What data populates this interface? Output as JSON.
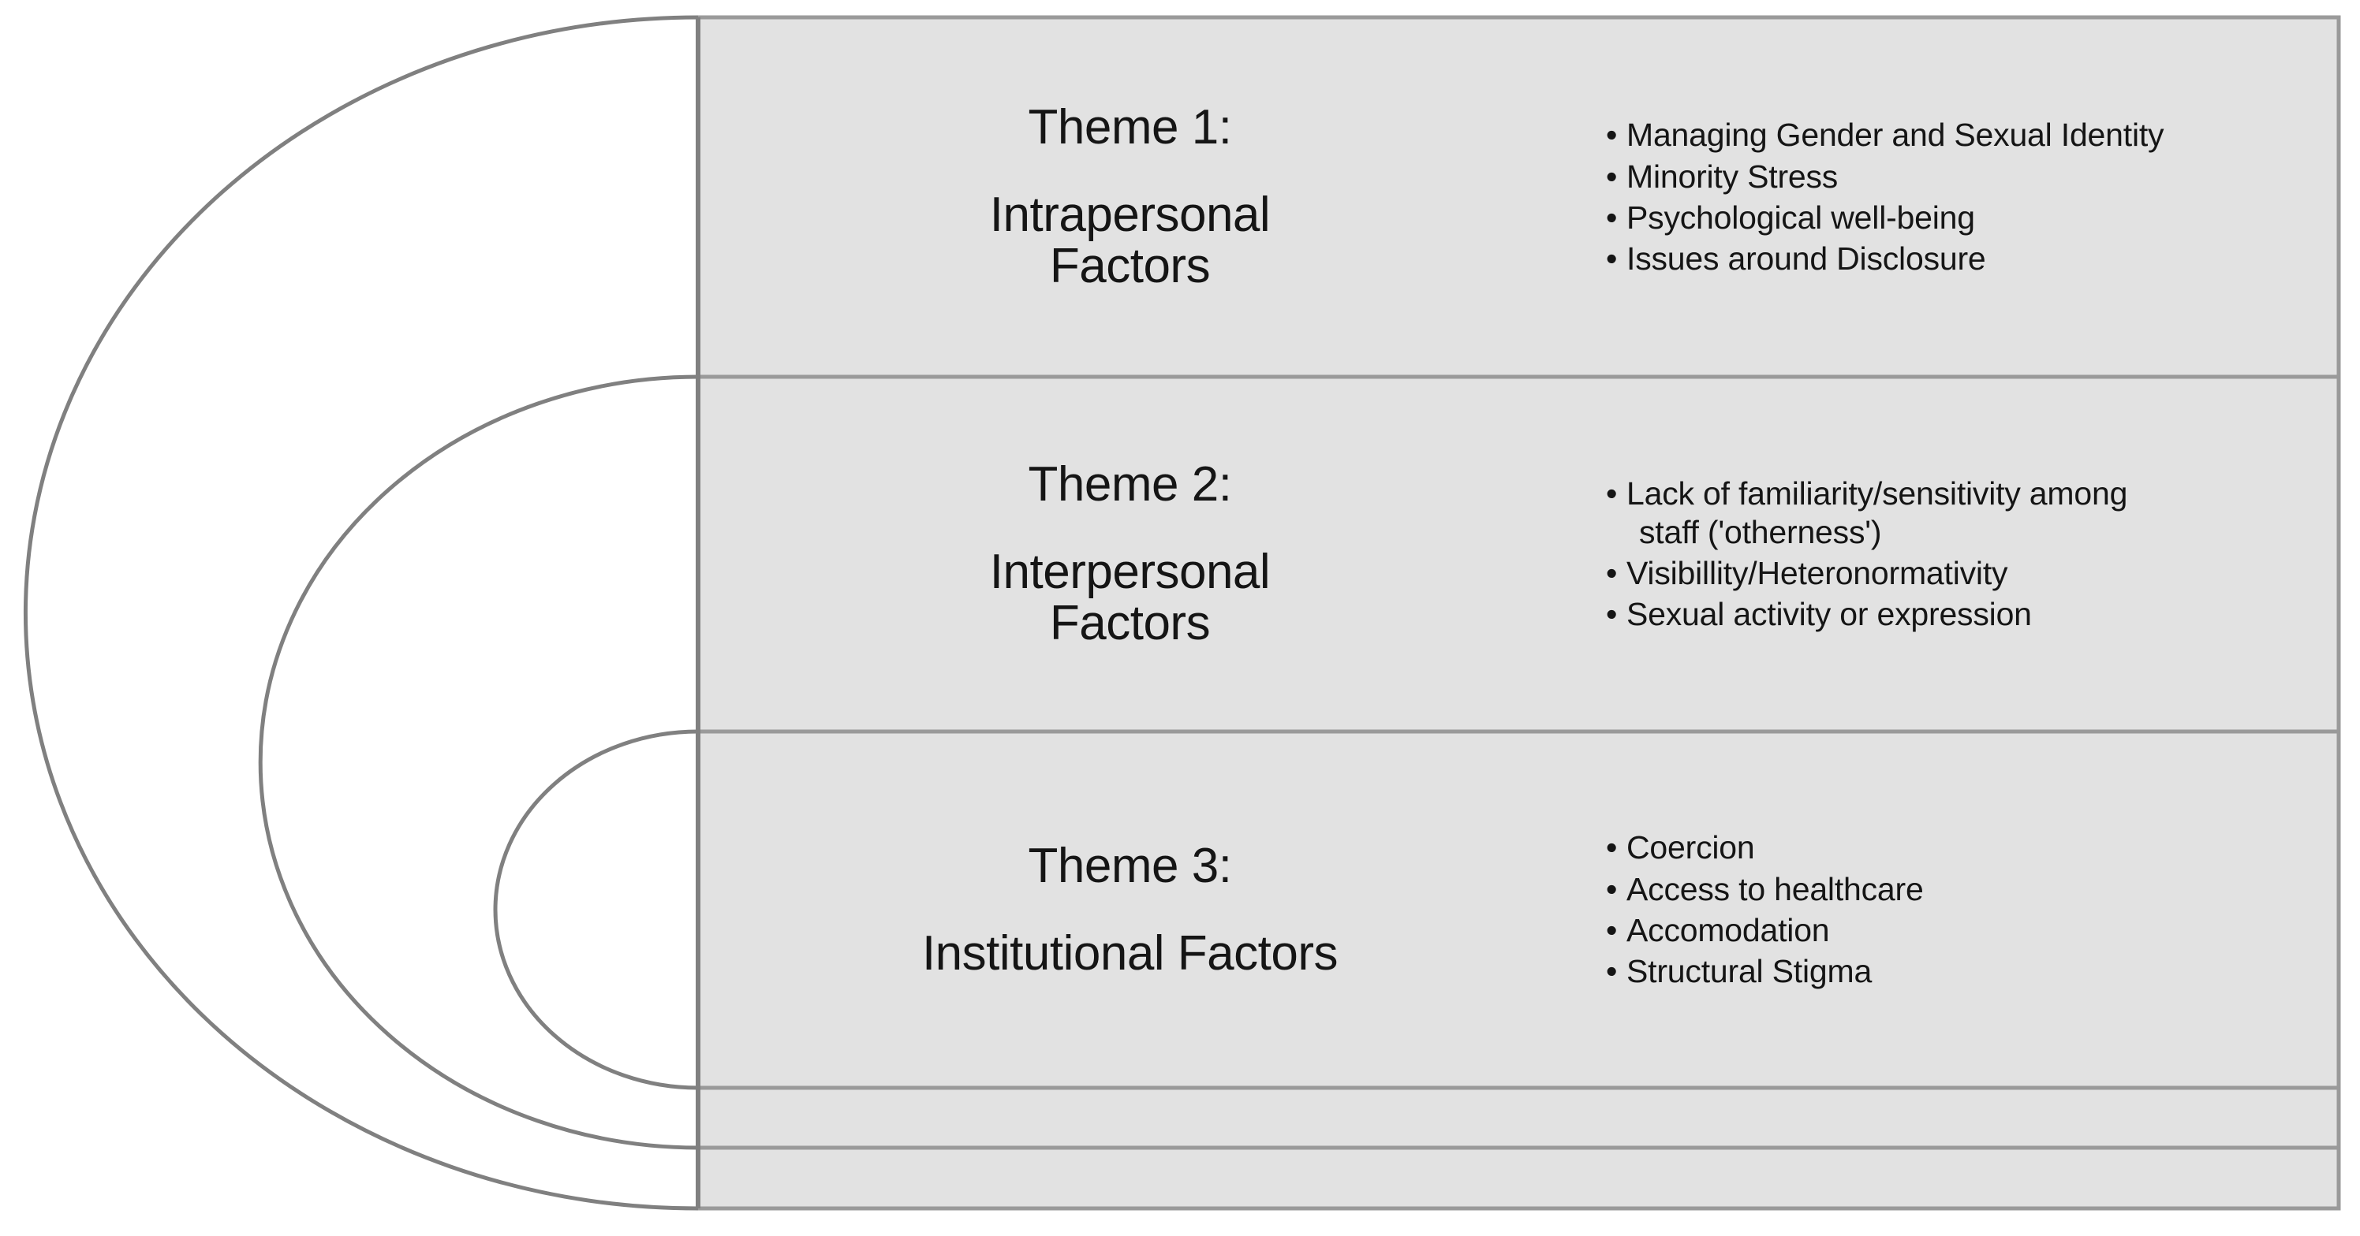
{
  "figure": {
    "type": "nested-layers-diagram",
    "shape": "half-ellipse-rings",
    "ring_count": 3,
    "panel_fill": "#E2E2E2",
    "stroke_color": "#808080",
    "text_color": "#151515",
    "background": "#FFFFFF"
  },
  "themes": [
    {
      "label": "Theme 1:",
      "name": "Intrapersonal Factors",
      "bullets": [
        "Managing Gender and Sexual Identity",
        "Minority Stress",
        "Psychological well-being",
        "Issues around Disclosure"
      ]
    },
    {
      "label": "Theme 2:",
      "name": "Interpersonal Factors",
      "bullets": [
        "Lack of familiarity/sensitivity among staff ('otherness')",
        "Visibillity/Heteronormativity",
        "Sexual activity or expression"
      ],
      "bullet_lines": [
        [
          "Lack of familiarity/sensitivity among",
          "staff ('otherness')"
        ],
        [
          "Visibillity/Heteronormativity"
        ],
        [
          "Sexual activity or expression"
        ]
      ]
    },
    {
      "label": "Theme 3:",
      "name": "Institutional Factors",
      "bullets": [
        "Coercion",
        "Access to healthcare",
        "Accomodation",
        "Structural Stigma"
      ]
    }
  ],
  "bullet_marker": "•",
  "theme1": {
    "label": "Theme 1:",
    "name_line1": "Intrapersonal",
    "name_line2": "Factors",
    "b0": "Managing Gender and Sexual Identity",
    "b1": "Minority Stress",
    "b2": "Psychological well-being",
    "b3": "Issues around Disclosure"
  },
  "theme2": {
    "label": "Theme 2:",
    "name_line1": "Interpersonal",
    "name_line2": "Factors",
    "b0a": "Lack of familiarity/sensitivity among",
    "b0b": "staff ('otherness')",
    "b1": "Visibillity/Heteronormativity",
    "b2": "Sexual activity or expression"
  },
  "theme3": {
    "label": "Theme 3:",
    "name_line1": "Institutional Factors",
    "b0": "Coercion",
    "b1": "Access to healthcare",
    "b2": "Accomodation",
    "b3": "Structural Stigma"
  }
}
